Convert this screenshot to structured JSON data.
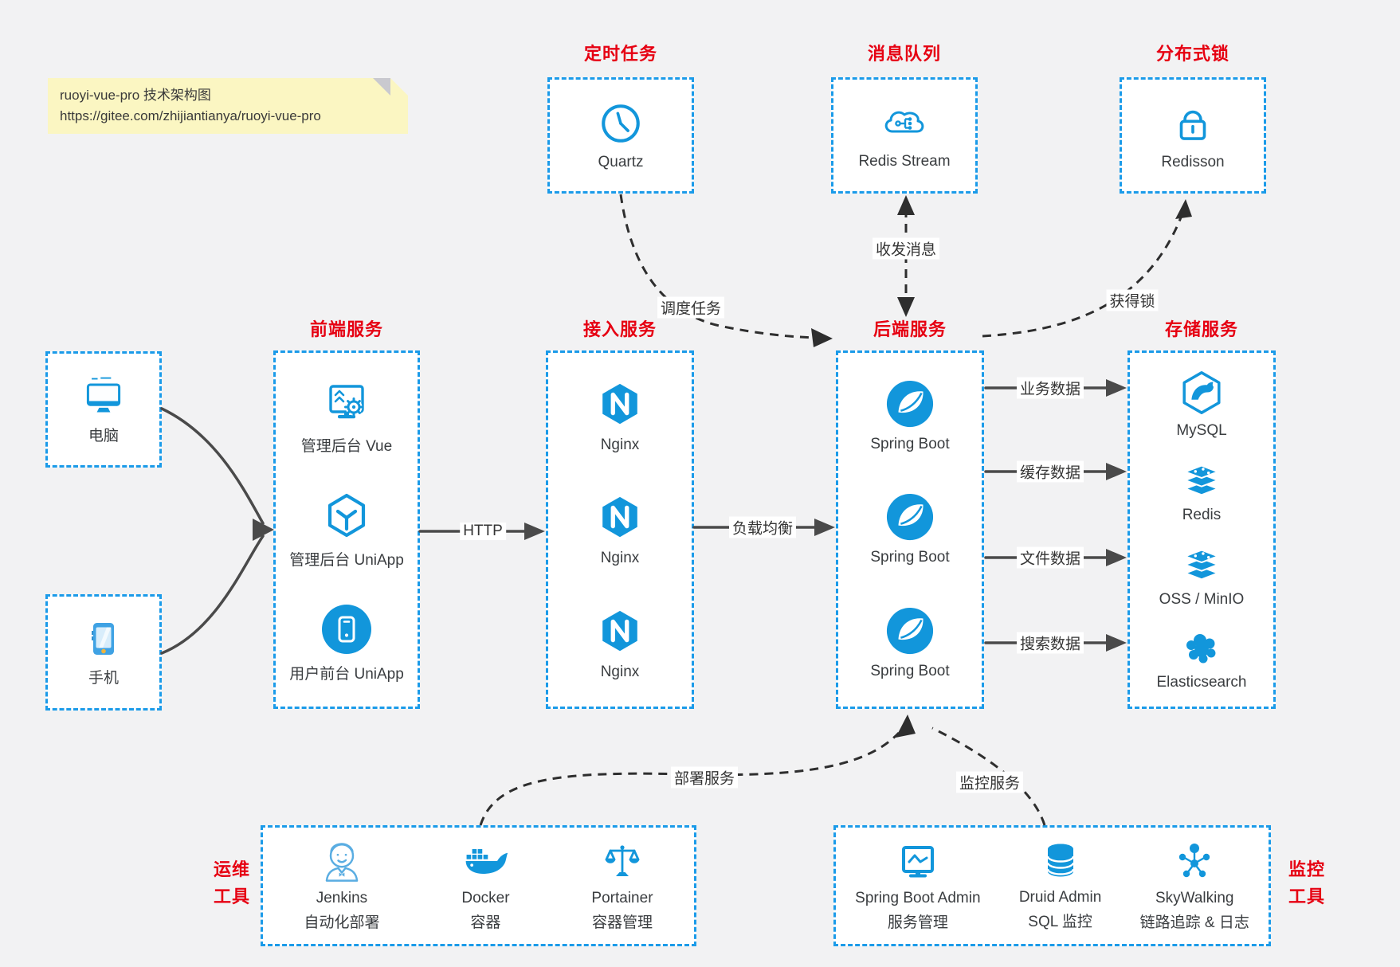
{
  "note": {
    "line1": "ruoyi-vue-pro 技术架构图",
    "line2": "https://gitee.com/zhijiantianya/ruoyi-vue-pro"
  },
  "colors": {
    "accent_blue": "#1296db",
    "border_blue": "#1b9be9",
    "title_red": "#e60012",
    "arrow_dark": "#4a4a4a",
    "dashed_dark": "#2e2e2e",
    "note_bg": "#fbf6c2",
    "canvas_bg": "#f2f2f3",
    "text_dark": "#3a3d40"
  },
  "top_groups": [
    {
      "title": "定时任务",
      "item": {
        "icon": "clock-icon",
        "label": "Quartz"
      }
    },
    {
      "title": "消息队列",
      "item": {
        "icon": "cloud-stream-icon",
        "label": "Redis Stream"
      }
    },
    {
      "title": "分布式锁",
      "item": {
        "icon": "lock-icon",
        "label": "Redisson"
      }
    }
  ],
  "clients": [
    {
      "icon": "desktop-icon",
      "label": "电脑"
    },
    {
      "icon": "smartphone-icon",
      "label": "手机"
    }
  ],
  "columns": [
    {
      "title": "前端服务",
      "items": [
        {
          "icon": "admin-vue-icon",
          "label": "管理后台 Vue"
        },
        {
          "icon": "uniapp-cube-icon",
          "label": "管理后台 UniApp"
        },
        {
          "icon": "user-uniapp-icon",
          "label": "用户前台 UniApp"
        }
      ]
    },
    {
      "title": "接入服务",
      "items": [
        {
          "icon": "nginx-icon",
          "label": "Nginx"
        },
        {
          "icon": "nginx-icon",
          "label": "Nginx"
        },
        {
          "icon": "nginx-icon",
          "label": "Nginx"
        }
      ]
    },
    {
      "title": "后端服务",
      "items": [
        {
          "icon": "spring-boot-icon",
          "label": "Spring Boot"
        },
        {
          "icon": "spring-boot-icon",
          "label": "Spring Boot"
        },
        {
          "icon": "spring-boot-icon",
          "label": "Spring Boot"
        }
      ]
    },
    {
      "title": "存储服务",
      "items": [
        {
          "icon": "mysql-icon",
          "label": "MySQL"
        },
        {
          "icon": "redis-icon",
          "label": "Redis"
        },
        {
          "icon": "oss-minio-icon",
          "label": "OSS / MinIO"
        },
        {
          "icon": "elasticsearch-icon",
          "label": "Elasticsearch"
        }
      ]
    }
  ],
  "bottom_groups": [
    {
      "title_lines": [
        "运维",
        "工具"
      ],
      "items": [
        {
          "icon": "jenkins-icon",
          "name": "Jenkins",
          "desc": "自动化部署"
        },
        {
          "icon": "docker-icon",
          "name": "Docker",
          "desc": "容器"
        },
        {
          "icon": "portainer-icon",
          "name": "Portainer",
          "desc": "容器管理"
        }
      ]
    },
    {
      "title_lines": [
        "监控",
        "工具"
      ],
      "items": [
        {
          "icon": "spring-boot-admin-icon",
          "name": "Spring Boot Admin",
          "desc": "服务管理"
        },
        {
          "icon": "druid-icon",
          "name": "Druid Admin",
          "desc": "SQL 监控"
        },
        {
          "icon": "skywalking-icon",
          "name": "SkyWalking",
          "desc": "链路追踪 & 日志"
        }
      ]
    }
  ],
  "edges": {
    "http": "HTTP",
    "load_balance": "负载均衡",
    "data_flows": [
      "业务数据",
      "缓存数据",
      "文件数据",
      "搜索数据"
    ],
    "schedule_task": "调度任务",
    "send_receive_message": "收发消息",
    "acquire_lock": "获得锁",
    "deploy_service": "部署服务",
    "monitor_service": "监控服务"
  }
}
